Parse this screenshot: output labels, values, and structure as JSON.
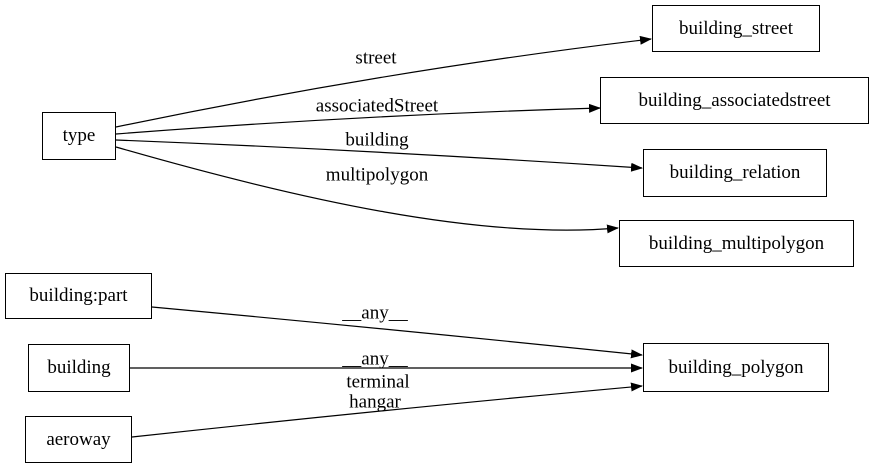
{
  "diagram": {
    "type": "directed-graph",
    "background_color": "#ffffff",
    "stroke_color": "#000000",
    "text_color": "#000000",
    "nodes": [
      {
        "id": "type",
        "label": "type"
      },
      {
        "id": "building_street",
        "label": "building_street"
      },
      {
        "id": "building_associatedstreet",
        "label": "building_associatedstreet"
      },
      {
        "id": "building_relation",
        "label": "building_relation"
      },
      {
        "id": "building_multipolygon",
        "label": "building_multipolygon"
      },
      {
        "id": "building:part",
        "label": "building:part"
      },
      {
        "id": "building",
        "label": "building"
      },
      {
        "id": "aeroway",
        "label": "aeroway"
      },
      {
        "id": "building_polygon",
        "label": "building_polygon"
      }
    ],
    "edges": [
      {
        "from": "type",
        "to": "building_street",
        "label": "street"
      },
      {
        "from": "type",
        "to": "building_associatedstreet",
        "label": "associatedStreet"
      },
      {
        "from": "type",
        "to": "building_relation",
        "label": "building"
      },
      {
        "from": "type",
        "to": "building_multipolygon",
        "label": "multipolygon"
      },
      {
        "from": "building:part",
        "to": "building_polygon",
        "label": "__any__"
      },
      {
        "from": "building",
        "to": "building_polygon",
        "label": "__any__"
      },
      {
        "from": "aeroway",
        "to": "building_polygon",
        "label": "terminal"
      },
      {
        "from": "aeroway",
        "to": "building_polygon",
        "label": "hangar"
      }
    ]
  }
}
